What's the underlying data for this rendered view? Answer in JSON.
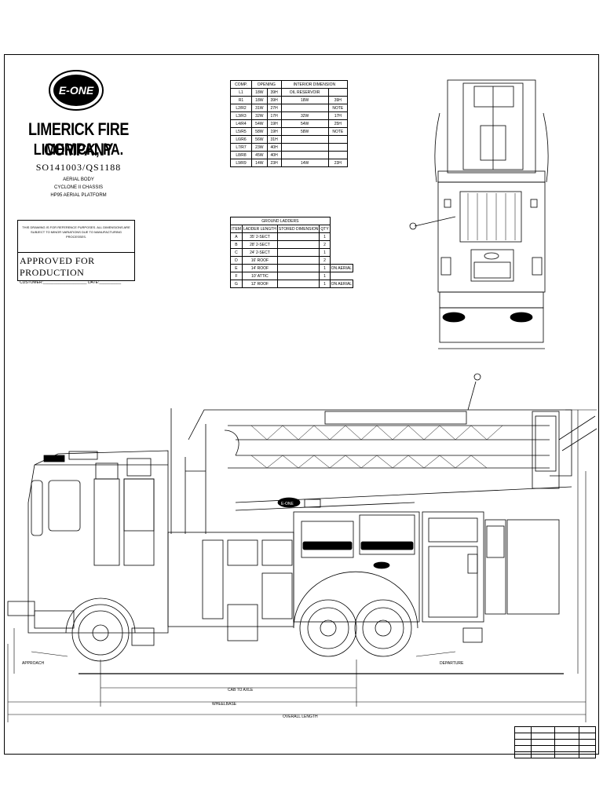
{
  "logo_text": "E-ONE",
  "company": "LIMERICK FIRE COMPANY",
  "city": "LIMERICK, PA.",
  "job_number": "SO141003/QS1188",
  "spec_lines": [
    "AERIAL BODY",
    "CYCLONE II CHASSIS",
    "HP95 AERIAL PLATFORM"
  ],
  "approval": {
    "note": "THIS DRAWING IS FOR REFERENCE PURPOSES. ALL DIMENSIONS ARE SUBJECT TO MINOR VARIATIONS DUE TO MANUFACTURING PROCESSES.",
    "title": "APPROVED FOR PRODUCTION",
    "customer_label": "CUSTOMER",
    "date_label": "DATE"
  },
  "compartment_table": {
    "headers": [
      "COMP.",
      "OPENING",
      "INTERIOR DIMENSION"
    ],
    "rows": [
      [
        "L1",
        "18W",
        "39H",
        "OIL RESERVOIR",
        ""
      ],
      [
        "R1",
        "18W",
        "39H",
        "18W",
        "39H"
      ],
      [
        "L2/R2",
        "31W",
        "27H",
        "",
        "NOTE"
      ],
      [
        "L3/R3",
        "32W",
        "17H",
        "32W",
        "17H"
      ],
      [
        "L4/R4",
        "54W",
        "19H",
        "54W",
        "25H"
      ],
      [
        "L5/R5",
        "58W",
        "19H",
        "58W",
        "NOTE"
      ],
      [
        "L6/R6",
        "56W",
        "31H",
        "",
        ""
      ],
      [
        "L7/R7",
        "23W",
        "40H",
        "",
        ""
      ],
      [
        "L8/R8",
        "45W",
        "40H",
        "",
        ""
      ],
      [
        "L9/R9",
        "14W",
        "23H",
        "14W",
        "23H"
      ]
    ]
  },
  "ground_ladders": {
    "title": "GROUND LADDERS",
    "headers": [
      "ITEM",
      "LADDER LENGTH",
      "STORED DIMENSION",
      "QTY"
    ],
    "rows": [
      [
        "A",
        "35' 2-SECT",
        "",
        "1",
        ""
      ],
      [
        "B",
        "28' 2-SECT",
        "",
        "2",
        ""
      ],
      [
        "C",
        "24' 2-SECT",
        "",
        "1",
        ""
      ],
      [
        "D",
        "16' ROOF",
        "",
        "2",
        ""
      ],
      [
        "E",
        "14' ROOF",
        "",
        "1",
        "ON AERIAL"
      ],
      [
        "F",
        "10' ATTIC",
        "",
        "1",
        ""
      ],
      [
        "G",
        "12' ROOF",
        "",
        "1",
        "ON AERIAL"
      ]
    ]
  },
  "dimensions": {
    "cab_to_axle": "CAB TO AXLE",
    "wheelbase": "WHEELBASE",
    "overall_length": "OVERALL LENGTH",
    "front_approach": "APPROACH",
    "rear_departure": "DEPARTURE"
  },
  "body_logo": "E-ONE"
}
